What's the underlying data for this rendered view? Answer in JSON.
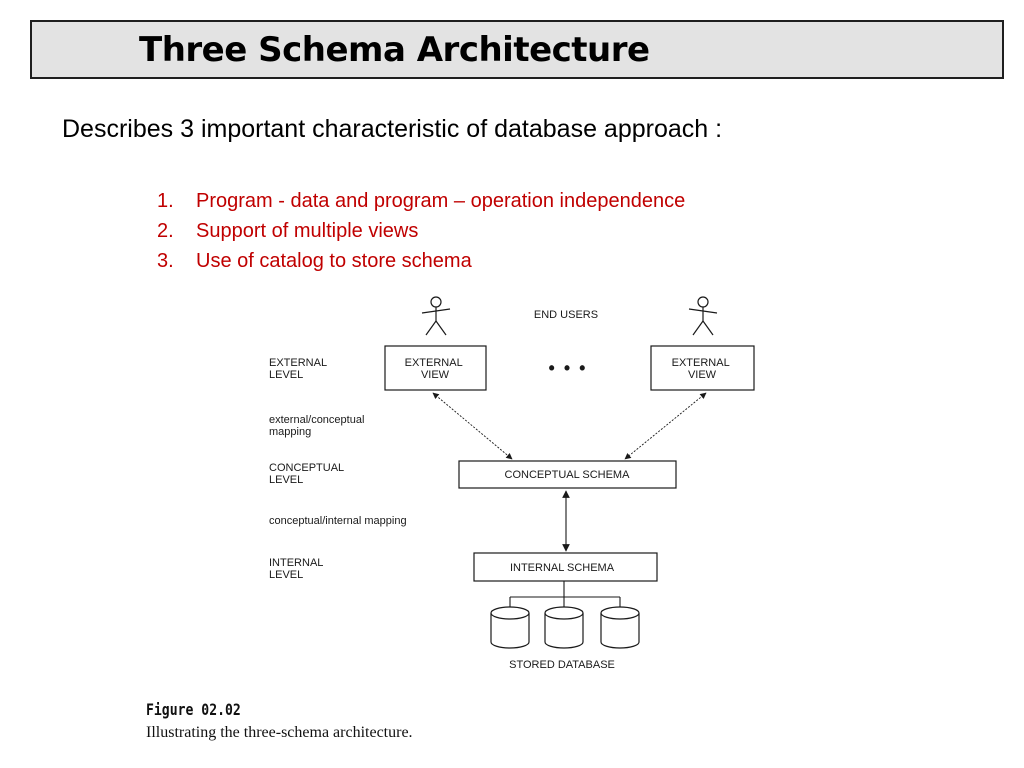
{
  "slide": {
    "title": "Three Schema Architecture",
    "intro": "Describes 3 important characteristic of database approach :",
    "points": [
      {
        "num": "1.",
        "text": "Program  - data and program – operation independence"
      },
      {
        "num": "2.",
        "text": "Support of multiple views"
      },
      {
        "num": "3.",
        "text": "Use of catalog to store schema"
      }
    ],
    "colors": {
      "point_text": "#c00000",
      "title_bar": "#e3e3e3"
    }
  },
  "diagram": {
    "end_users": "END USERS",
    "ellipsis": "• • •",
    "external_view_left": [
      "EXTERNAL",
      "VIEW"
    ],
    "external_view_right": [
      "EXTERNAL",
      "VIEW"
    ],
    "conceptual_schema": "CONCEPTUAL SCHEMA",
    "internal_schema": "INTERNAL SCHEMA",
    "stored_database": "STORED DATABASE",
    "levels": {
      "external": [
        "EXTERNAL",
        "LEVEL"
      ],
      "ext_conc_mapping": [
        "external/conceptual",
        "mapping"
      ],
      "conceptual": [
        "CONCEPTUAL",
        "LEVEL"
      ],
      "conc_int_mapping": [
        "conceptual/internal mapping"
      ],
      "internal": [
        "INTERNAL",
        "LEVEL"
      ]
    }
  },
  "caption": {
    "figure": "Figure 02.02",
    "text": "Illustrating the three-schema architecture."
  }
}
